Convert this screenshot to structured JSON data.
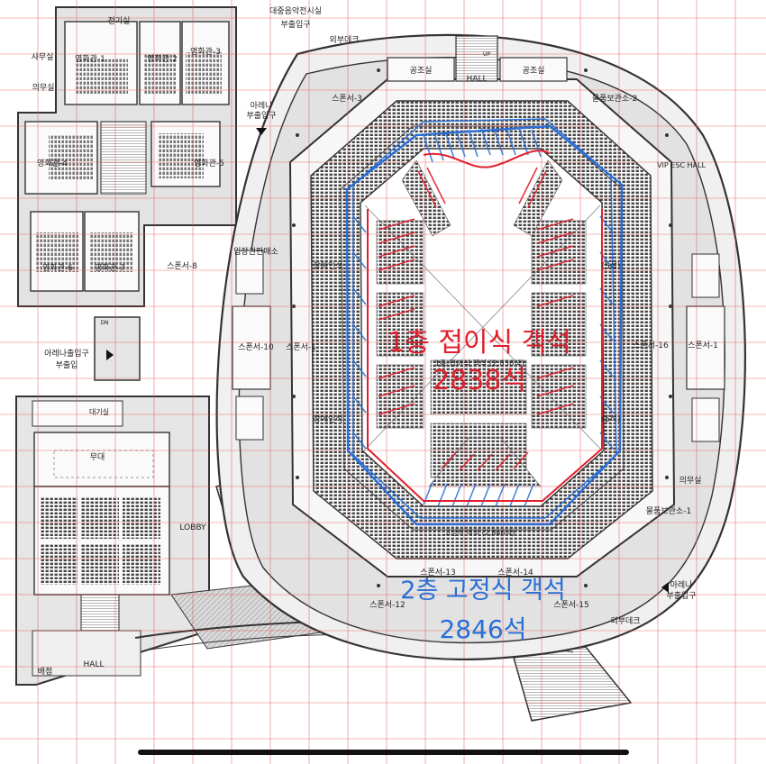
{
  "overlay": {
    "floor1_title": "1층 접이식 객석",
    "floor1_count": "2838석",
    "floor2_title": "2층 고정식 객석",
    "floor2_count": "2846석",
    "floor1_color": "#e0202e",
    "floor2_color": "#2a6fd6"
  },
  "plan": {
    "top_entrance": "대중음악전시실",
    "top_entrance_sub": "부출입구",
    "outer_deck_top": "외부데크",
    "outer_deck_bottom": "외부데크",
    "electrical_room": "전기실",
    "office": "사무실",
    "medical": "의무실",
    "medical_right": "의무실",
    "cinema_1": "영화관-1",
    "cinema_2": "영화관-2",
    "cinema_3": "영화관-3",
    "cinema_4": "영화관-4",
    "cinema_5": "영화관-5",
    "cinema_6": "영화관-6",
    "cinema_7": "영화관-7",
    "arena_entrance_top": "아레나",
    "arena_entrance_top_sub": "부출입구",
    "arena_entrance_left": "아레나출입구",
    "arena_entrance_left_sub": "부출입",
    "arena_entrance_right": "아레나",
    "arena_entrance_right_sub": "부출입구",
    "aircon_1": "공조실",
    "aircon_2": "공조실",
    "hall_top": "HALL",
    "hall_bottom": "HALL",
    "sponsor_3": "스폰서-3",
    "sponsor_8": "스폰서-8",
    "sponsor_10": "스폰서-10",
    "sponsor_11": "스폰서-1",
    "sponsor_13": "스폰서-13",
    "sponsor_14": "스폰서-14",
    "sponsor_15": "스폰서-15",
    "sponsor_12": "스폰서-12",
    "sponsor_16": "스폰서-16",
    "sponsor_17": "스폰서-1",
    "vip": "VIP ESC HALL",
    "storage_top": "물품보관소-2",
    "storage_right": "물품보관소-1",
    "ticket": "입장권판매소",
    "accessible_top": "장애인석",
    "accessible_bottom": "장애인석",
    "accessible_right_top": "(5석)",
    "accessible_right_bottom": "(5석)",
    "floor1_small": "1층 접이식 객석 (2,838석)",
    "floor2_small": "고정식 객석 (2,846석)",
    "stage": "무대",
    "lobby": "LOBBY",
    "catering": "배점",
    "green_room": "대기실",
    "dn": "DN",
    "up": "UP"
  }
}
